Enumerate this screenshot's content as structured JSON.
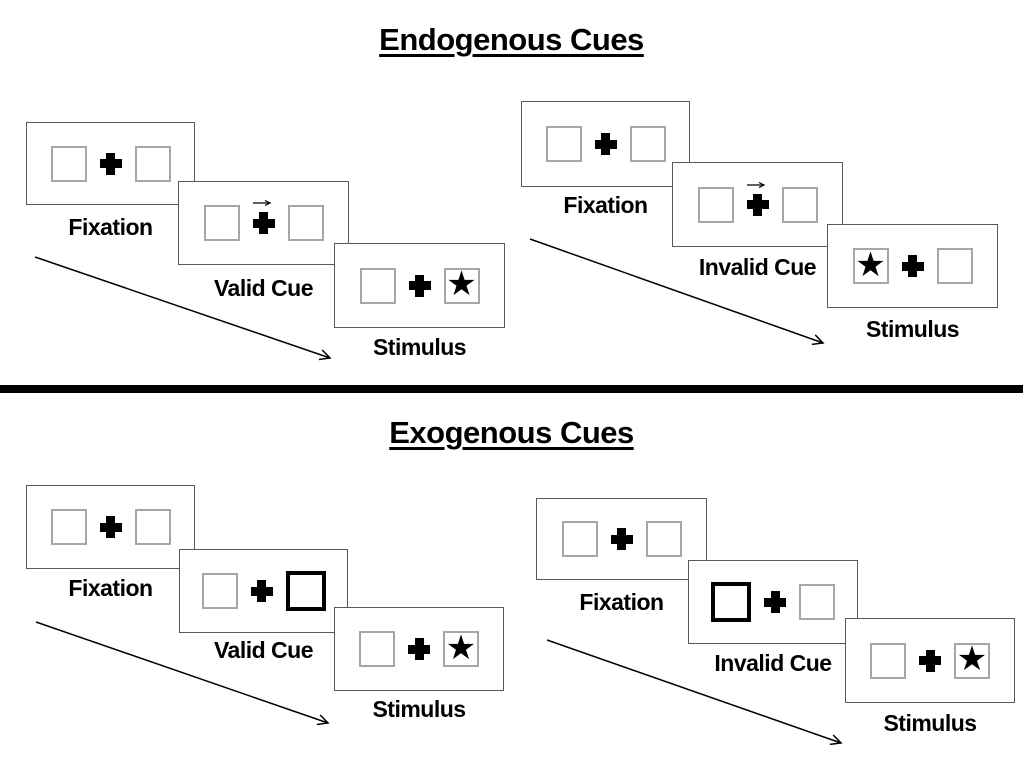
{
  "sections": [
    {
      "title": "Endogenous Cues",
      "groups": [
        {
          "name": "valid-trial",
          "steps": [
            {
              "label": "Fixation"
            },
            {
              "label": "Valid Cue",
              "cue": "arrow-pointing-right-above-fixation-cross"
            },
            {
              "label": "Stimulus",
              "stimulus_side": "right"
            }
          ]
        },
        {
          "name": "invalid-trial",
          "steps": [
            {
              "label": "Fixation"
            },
            {
              "label": "Invalid Cue",
              "cue": "arrow-pointing-right-above-fixation-cross"
            },
            {
              "label": "Stimulus",
              "stimulus_side": "left"
            }
          ]
        }
      ]
    },
    {
      "title": "Exogenous Cues",
      "groups": [
        {
          "name": "valid-trial",
          "steps": [
            {
              "label": "Fixation"
            },
            {
              "label": "Valid Cue",
              "cue": "bold-highlighted-box-right"
            },
            {
              "label": "Stimulus",
              "stimulus_side": "right"
            }
          ]
        },
        {
          "name": "invalid-trial",
          "steps": [
            {
              "label": "Fixation"
            },
            {
              "label": "Invalid Cue",
              "cue": "bold-highlighted-box-left"
            },
            {
              "label": "Stimulus",
              "stimulus_side": "right"
            }
          ]
        }
      ]
    }
  ],
  "icons": {
    "star": "★",
    "fixation_cross": "+",
    "cue_arrow": "→"
  },
  "colors": {
    "background": "#ffffff",
    "panel_border": "#595959",
    "placeholder_box_border": "#a6a6a6",
    "ink": "#000000"
  }
}
